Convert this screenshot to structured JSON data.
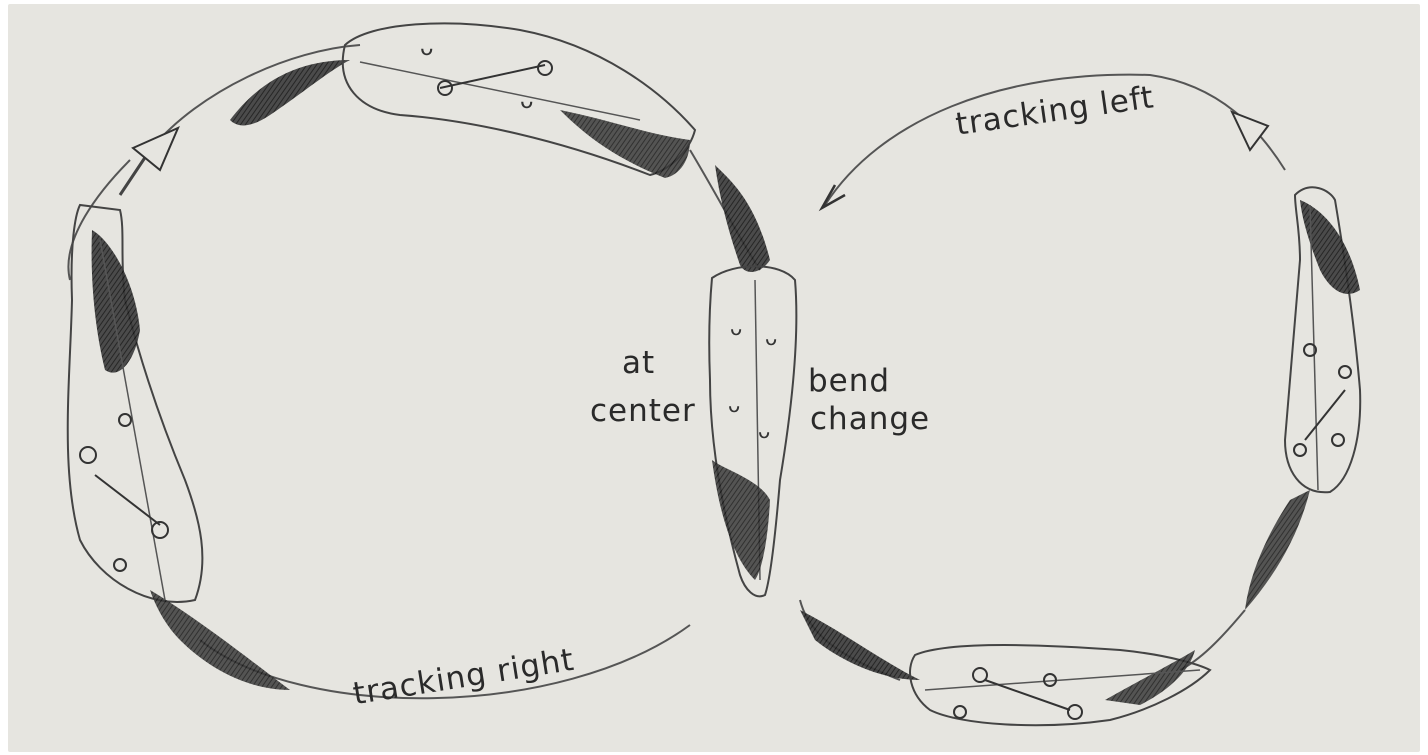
{
  "labels": {
    "tracking_left": "tracking left",
    "tracking_right": "tracking right",
    "at_center_line1": "at",
    "at_center_line2": "center",
    "bend_change_line1": "bend",
    "bend_change_line2": "change"
  },
  "colors": {
    "paper": "#e6e5e0",
    "pencil": "#4a4a4a",
    "shading": "#2b2b2b",
    "text": "#2a2a2a"
  }
}
